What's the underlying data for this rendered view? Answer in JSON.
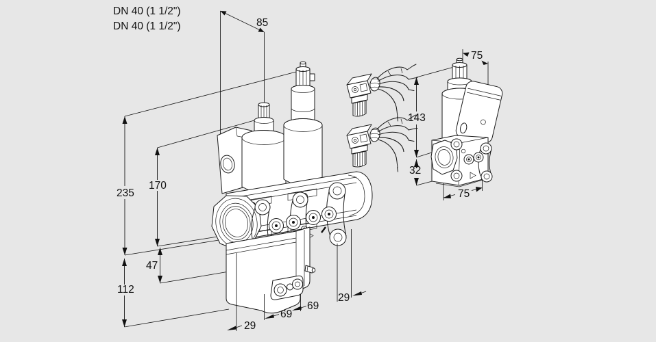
{
  "canvas": {
    "background": "#e7e7e7",
    "line_color": "#1a1a1a"
  },
  "main_valve": {
    "dn_label_1": "DN 40 (1 1/2\")",
    "dn_label_2": "DN 40 (1 1/2\")",
    "dims": {
      "coil_offset_85": "85",
      "overall_height_235": "235",
      "coil_height_170": "170",
      "body_height_47": "47",
      "base_height_112": "112",
      "offset_29_left": "29",
      "span_69_left": "69",
      "span_69_right": "69",
      "offset_29_right": "29"
    }
  },
  "side_valve": {
    "dims": {
      "width_75_top": "75",
      "height_143": "143",
      "lower_height_32": "32",
      "width_75_bottom": "75"
    }
  }
}
